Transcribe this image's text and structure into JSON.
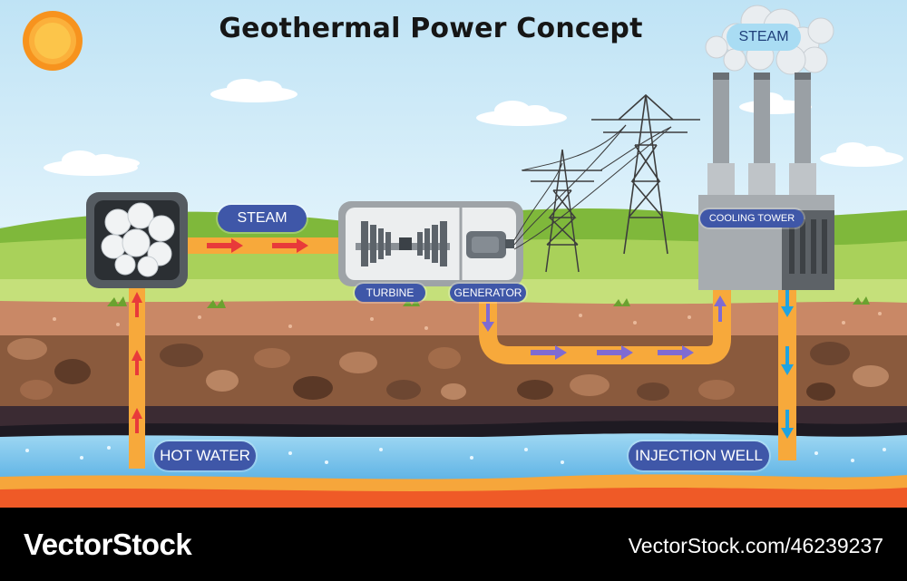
{
  "title": "Geothermal Power Concept",
  "labels": {
    "steam_top": "STEAM",
    "steam_pipe": "STEAM",
    "turbine": "TURBINE",
    "generator": "GENERATOR",
    "cooling_tower": "COOLING TOWER",
    "hot_water": "HOT WATER",
    "injection_well": "INJECTION WELL"
  },
  "footer": {
    "brand": "VectorStock",
    "stock_id": "VectorStock.com/46239237"
  },
  "colors": {
    "sky": "#cfe9f6",
    "grass": "#8cc63f",
    "soil": "#c47a5a",
    "pipe": "#f7a93b",
    "label_bg": "#3f57a8",
    "water": "#7cc4ec",
    "magma": "#f05a28"
  },
  "icons": [
    "sun-icon",
    "cloud-icon",
    "steam-cloud-icon",
    "turbine-icon",
    "generator-icon",
    "pylon-icon",
    "cooling-tower-icon",
    "arrow-icon"
  ]
}
